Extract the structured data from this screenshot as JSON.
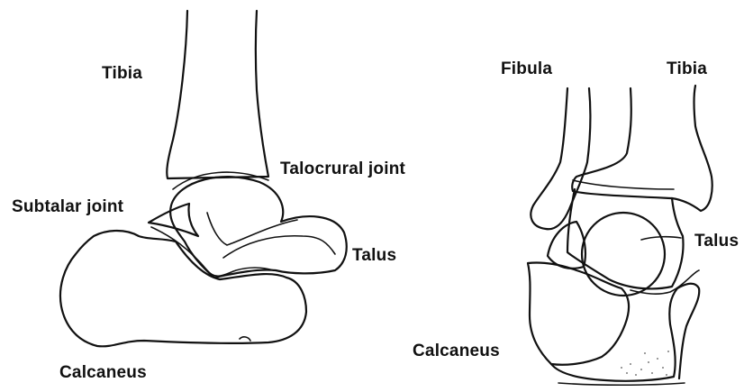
{
  "labels": {
    "left_tibia": "Tibia",
    "talocrural_joint": "Talocrural joint",
    "subtalar_joint": "Subtalar joint",
    "left_talus": "Talus",
    "left_calcaneus": "Calcaneus",
    "fibula": "Fibula",
    "right_tibia": "Tibia",
    "right_talus": "Talus",
    "right_calcaneus": "Calcaneus"
  },
  "colors": {
    "line": "#111111",
    "background": "#ffffff"
  }
}
